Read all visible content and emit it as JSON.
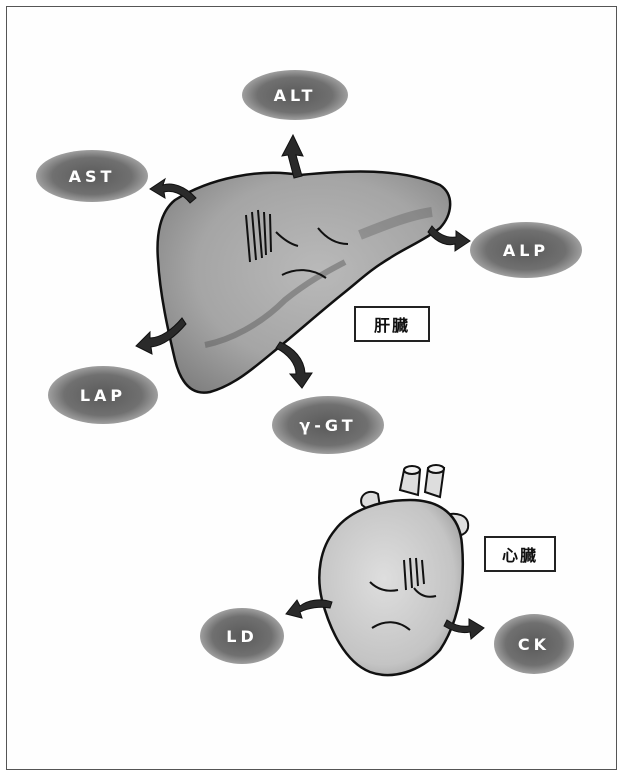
{
  "liver": {
    "label": "肝臓",
    "enzymes": [
      "ALT",
      "AST",
      "ALP",
      "LAP",
      "γ-GT"
    ]
  },
  "heart": {
    "label": "心臓",
    "enzymes": [
      "LD",
      "CK"
    ]
  }
}
